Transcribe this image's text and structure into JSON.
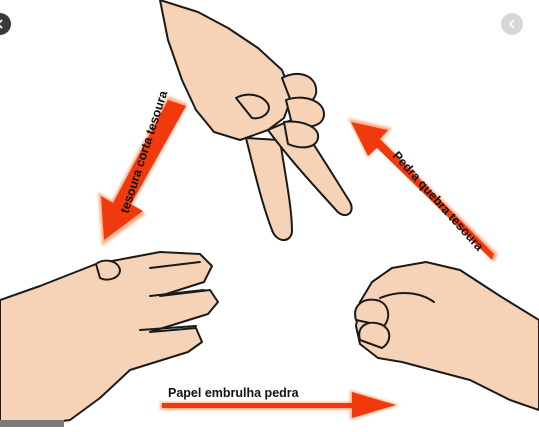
{
  "labels": {
    "scissors_cut_paper": "tesoura corta tesoura",
    "rock_breaks_scissors": "Pedra quebra tesoura",
    "paper_wraps_rock": "Papel embrulha pedra"
  },
  "icons": {
    "prev": "chevron-left-icon",
    "next": "chevron-left-icon",
    "scissors_hand": "scissors-hand-icon",
    "paper_hand": "paper-hand-icon",
    "rock_hand": "rock-fist-icon"
  },
  "colors": {
    "arrow_fill": "#f03a0e",
    "arrow_outline": "#ffb08a",
    "skin": "#f6d3b7",
    "skin_shadow": "#e9b89a",
    "outline": "#1a1a1a"
  }
}
